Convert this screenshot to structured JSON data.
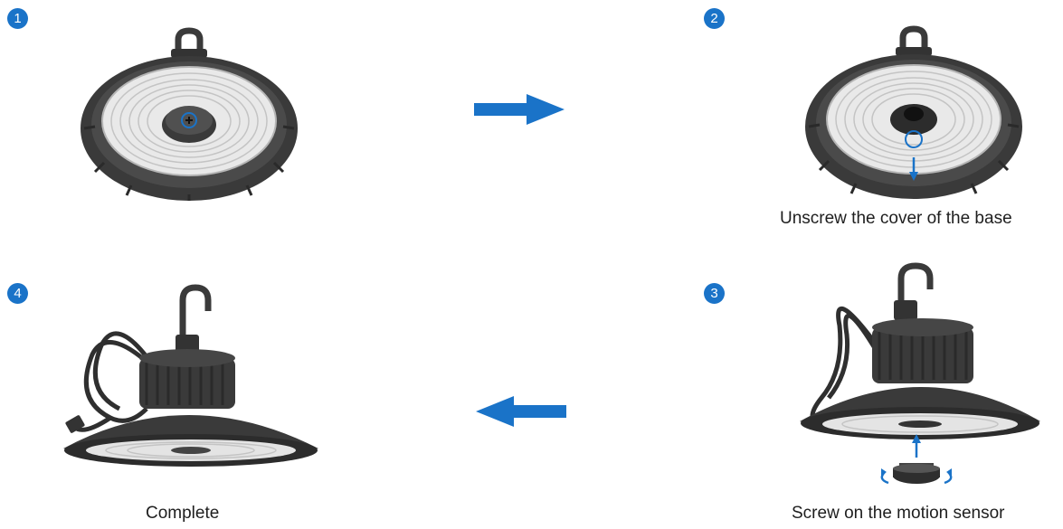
{
  "colors": {
    "accent": "#1a73c8",
    "housing": "#3a3a3a",
    "led": "#e9e9e9"
  },
  "steps": [
    {
      "number": "1",
      "illustration": "ufo-high-bay-light-front-icon",
      "caption": ""
    },
    {
      "number": "2",
      "illustration": "ufo-high-bay-light-cover-removed-icon",
      "caption": "Unscrew the cover of the base"
    },
    {
      "number": "3",
      "illustration": "ufo-high-bay-light-with-sensor-icon",
      "caption": "Screw on the motion sensor"
    },
    {
      "number": "4",
      "illustration": "ufo-high-bay-light-complete-icon",
      "caption": "Complete"
    }
  ],
  "arrows": [
    {
      "direction": "right",
      "icon": "arrow-right-icon"
    },
    {
      "direction": "left",
      "icon": "arrow-left-icon"
    }
  ]
}
